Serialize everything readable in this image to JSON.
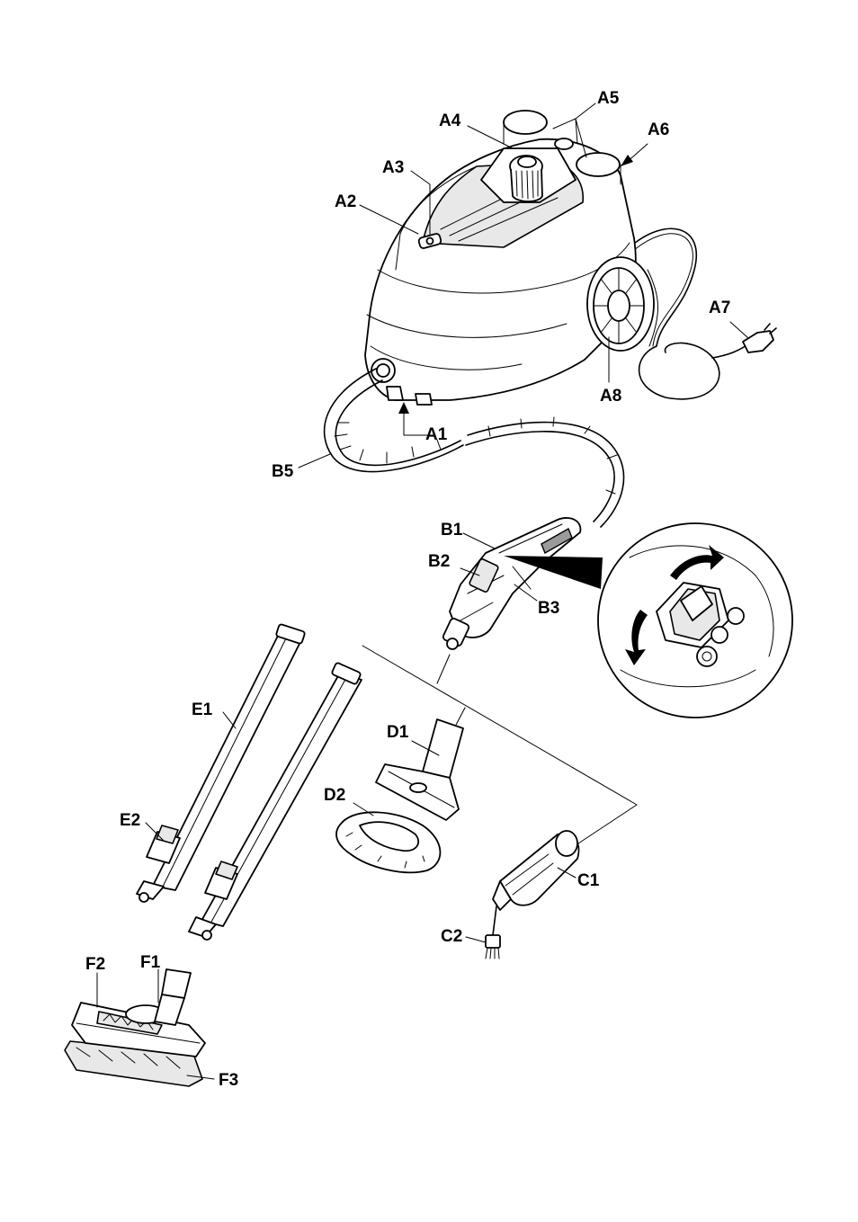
{
  "labels": {
    "A1": "A1",
    "A2": "A2",
    "A3": "A3",
    "A4": "A4",
    "A5": "A5",
    "A6": "A6",
    "A7": "A7",
    "A8": "A8",
    "B1": "B1",
    "B2": "B2",
    "B3": "B3",
    "B5": "B5",
    "C1": "C1",
    "C2": "C2",
    "D1": "D1",
    "D2": "D2",
    "E1": "E1",
    "E2": "E2",
    "F1": "F1",
    "F2": "F2",
    "F3": "F3"
  }
}
